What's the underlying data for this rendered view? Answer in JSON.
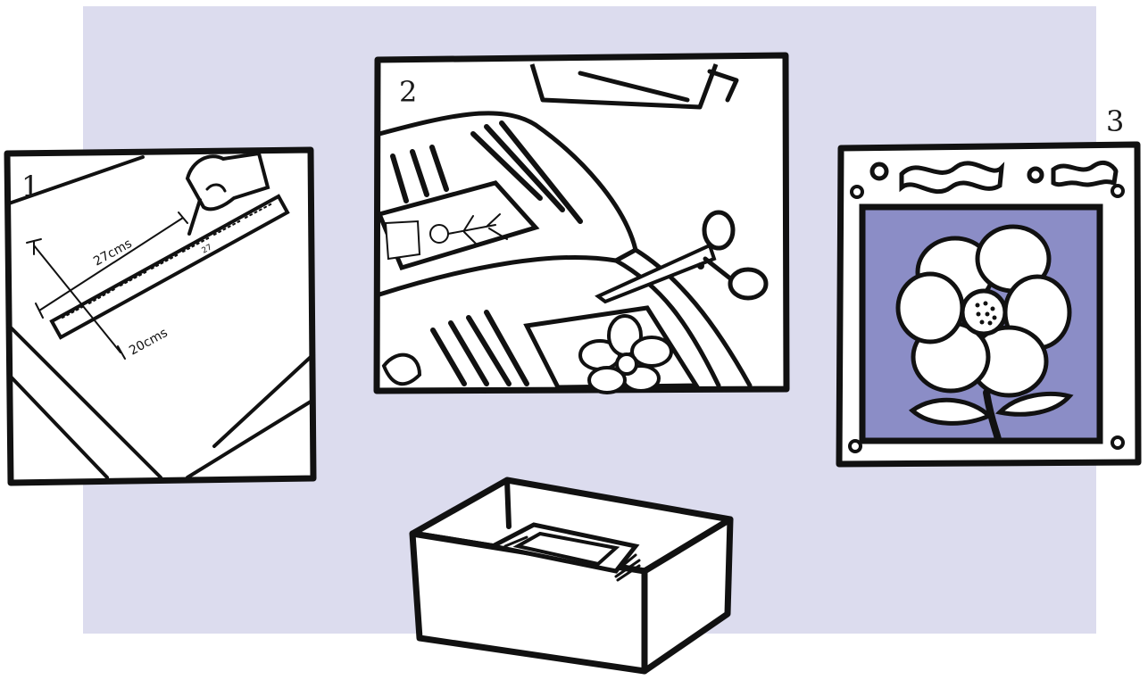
{
  "colors": {
    "backdrop": "#dcdcee",
    "ink": "#111111",
    "frame_purple": "#8b8dc6",
    "paper": "#ffffff"
  },
  "panels": [
    {
      "number": "1",
      "measure_width": "27cms",
      "measure_height": "20cms",
      "ruler_mark": "27"
    },
    {
      "number": "2"
    },
    {
      "number": "3"
    }
  ]
}
